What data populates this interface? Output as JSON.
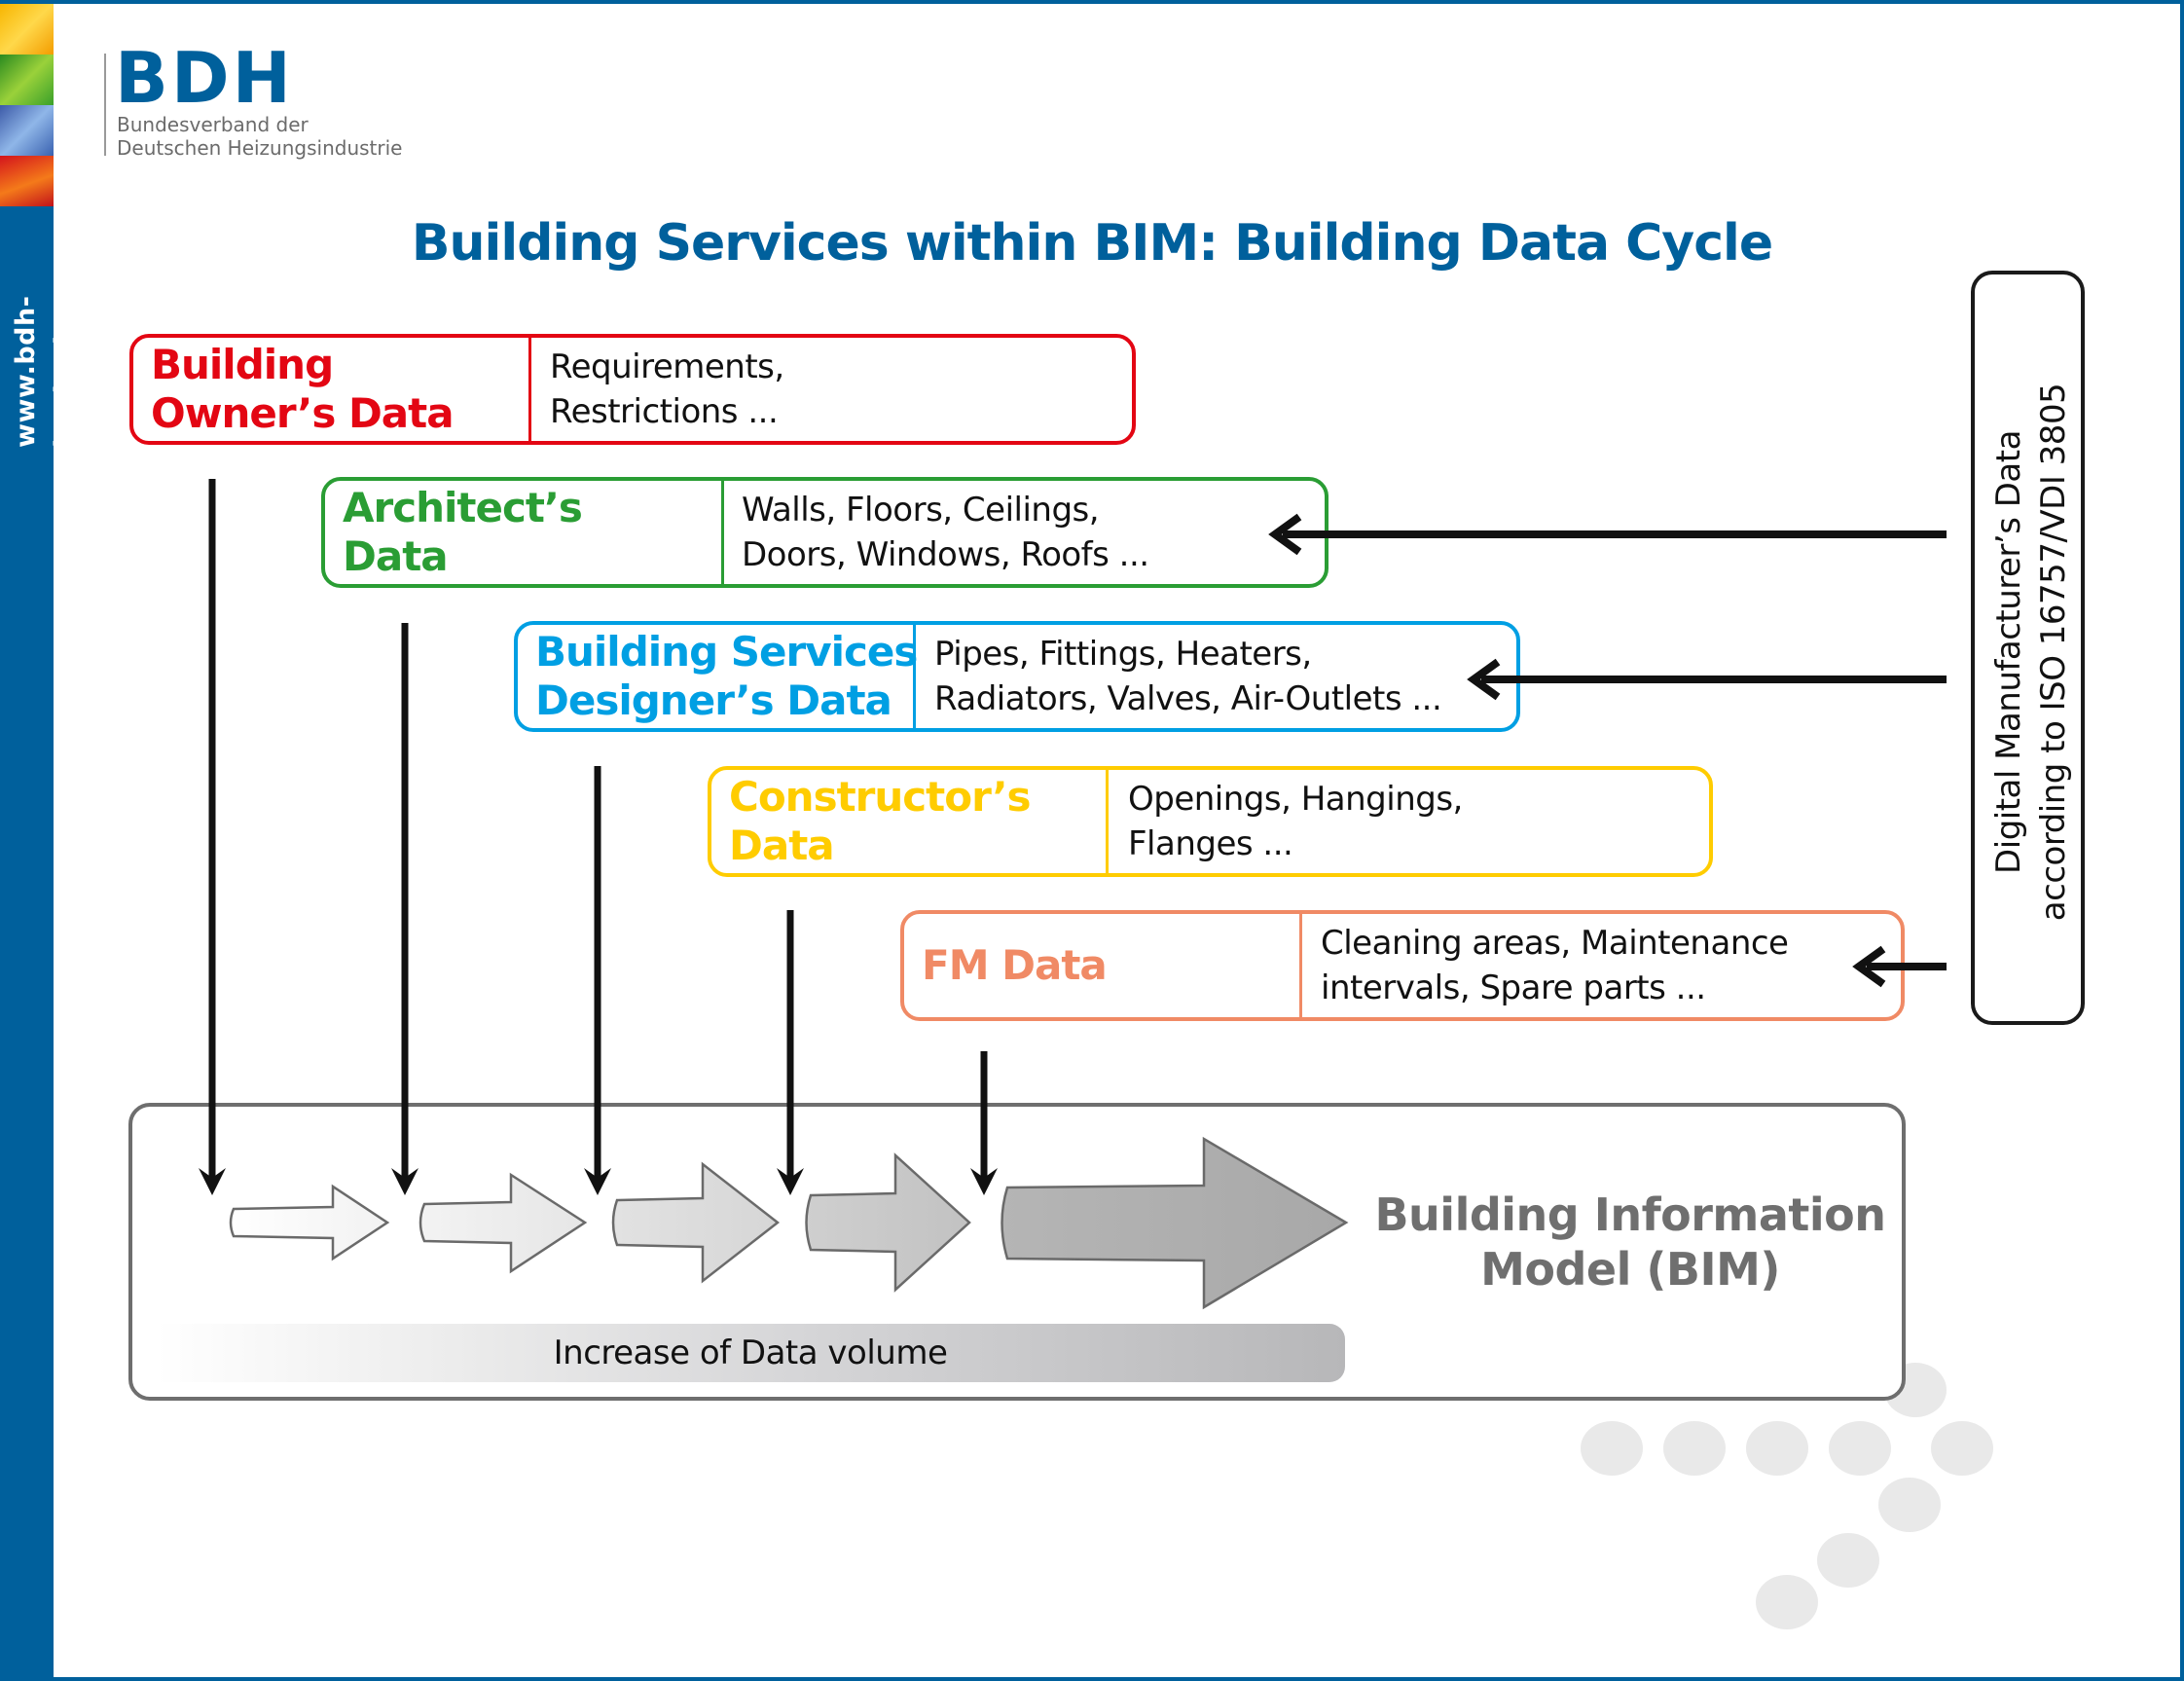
{
  "sidebar": {
    "url": "www.bdh-koeln.de"
  },
  "logo": {
    "abbreviation": "BDH",
    "subtitle_line1": "Bundesverband der",
    "subtitle_line2": "Deutschen Heizungsindustrie"
  },
  "title": "Building Services within BIM: Building Data Cycle",
  "data_boxes": [
    {
      "label_line1": "Building",
      "label_line2": "Owner’s Data",
      "desc_line1": "Requirements,",
      "desc_line2": "Restrictions ...",
      "color": "#e30613"
    },
    {
      "label_line1": "Architect’s",
      "label_line2": "Data",
      "desc_line1": "Walls, Floors, Ceilings,",
      "desc_line2": "Doors, Windows, Roofs ...",
      "color": "#2a9d34"
    },
    {
      "label_line1": "Building Services",
      "label_line2": "Designer’s Data",
      "desc_line1": "Pipes, Fittings, Heaters,",
      "desc_line2": "Radiators, Valves, Air-Outlets ...",
      "color": "#009fe3"
    },
    {
      "label_line1": "Constructor’s",
      "label_line2": "Data",
      "desc_line1": "Openings, Hangings,",
      "desc_line2": "Flanges ...",
      "color": "#ffcc00"
    },
    {
      "label_line1": "FM Data",
      "label_line2": "",
      "desc_line1": "Cleaning areas, Maintenance",
      "desc_line2": "intervals, Spare parts ...",
      "color": "#f08a65"
    }
  ],
  "manufacturer": {
    "line1": "Digital Manufacturer’s Data",
    "line2": "according to ISO 16757/VDI 3805"
  },
  "bim": {
    "label_line1": "Building Information",
    "label_line2": "Model (BIM)",
    "volume_label": "Increase of Data volume"
  }
}
